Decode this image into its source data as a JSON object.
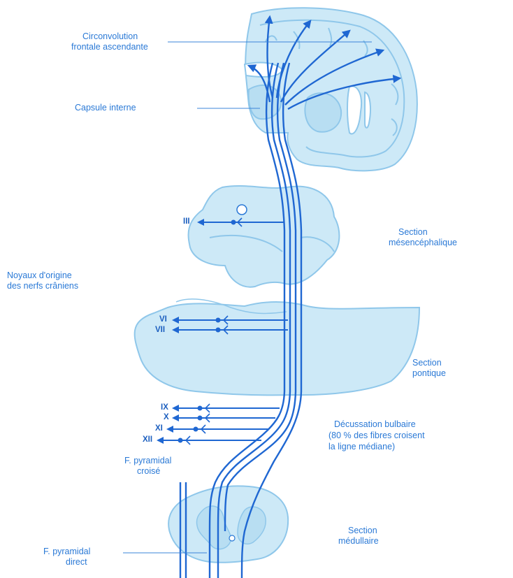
{
  "colors": {
    "fill": "#cde9f7",
    "outline": "#8fc7ea",
    "fiber": "#1f67d2",
    "text": "#2a79d6",
    "label_line": "#3b84d8"
  },
  "labels": {
    "frontal_1": "Circonvolution",
    "frontal_2": "frontale ascendante",
    "capsule": "Capsule interne",
    "mesen_1": "Section",
    "mesen_2": "mésencéphalique",
    "noyaux_1": "Noyaux d'origine",
    "noyaux_2": "des nerfs crâniens",
    "pont_1": "Section",
    "pont_2": "pontique",
    "decus_1": "Décussation bulbaire",
    "decus_2": "(80 % des fibres croisent",
    "decus_3": "la ligne médiane)",
    "croise_1": "F. pyramidal",
    "croise_2": "croisé",
    "medul_1": "Section",
    "medul_2": "médullaire",
    "direct_1": "F. pyramidal",
    "direct_2": "direct"
  },
  "nerves": {
    "iii": "III",
    "vi": "VI",
    "vii": "VII",
    "ix": "IX",
    "x": "X",
    "xi": "XI",
    "xii": "XII"
  }
}
